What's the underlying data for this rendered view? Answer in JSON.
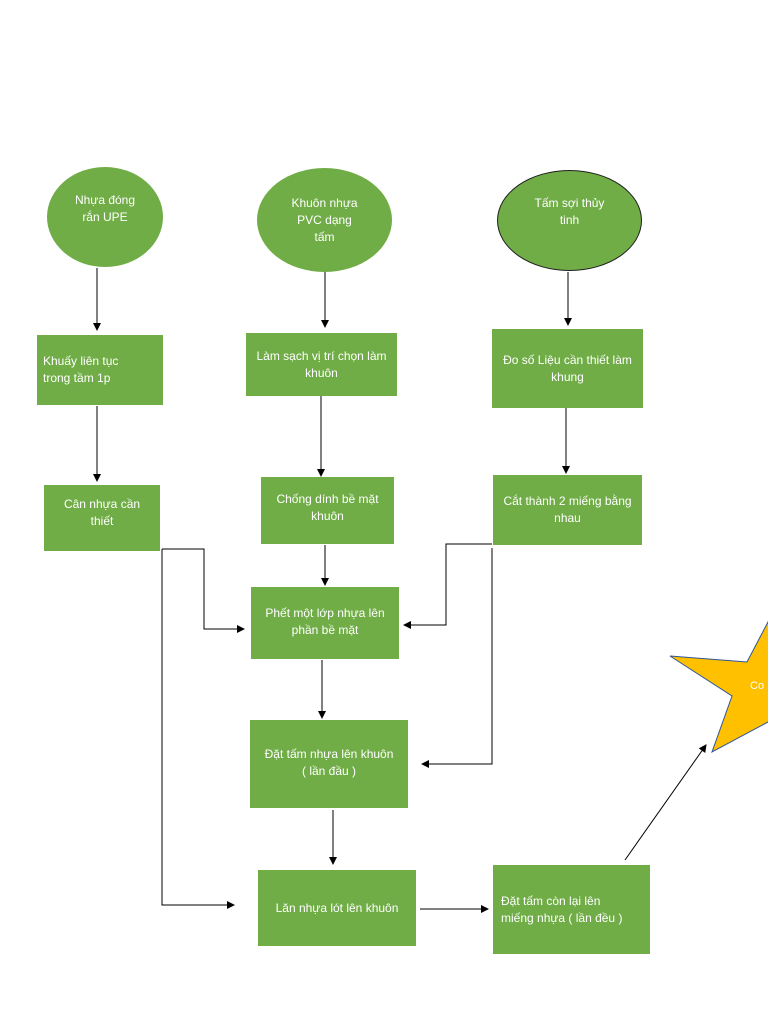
{
  "nodes": {
    "upe_resin": "Nhựa đóng\nrắn UPE",
    "pvc_mold": "Khuôn nhựa\nPVC dạng\ntấm",
    "fiberglass": "Tấm sợi thủy\ntinh",
    "stir": "Khuấy liên tục\ntrong tầm 1p",
    "clean_mold": "Làm sạch vị trí chọn làm\nkhuôn",
    "measure": "Đo số Liệu cần thiết làm\nkhung",
    "weigh_resin": "Cân nhựa cần\nthiết",
    "anti_stick": "Chống dính bề mặt\nkhuôn",
    "cut_two": "Cắt thành 2 miếng bằng\nnhau",
    "apply_resin": "Phết một lớp nhựa lên\nphần bề mặt",
    "place_sheet": "Đặt tấm nhựa lên khuôn\n( lần đầu )",
    "roll_resin": "Lăn nhựa lót lên khuôn",
    "place_remaining": "Đặt tấm còn lại lên\nmiếng nhựa ( lần đều )",
    "star": "Co"
  },
  "colors": {
    "node_fill": "#70ad47",
    "star_fill": "#ffc000",
    "star_stroke": "#2f5597",
    "edge": "#000000"
  }
}
